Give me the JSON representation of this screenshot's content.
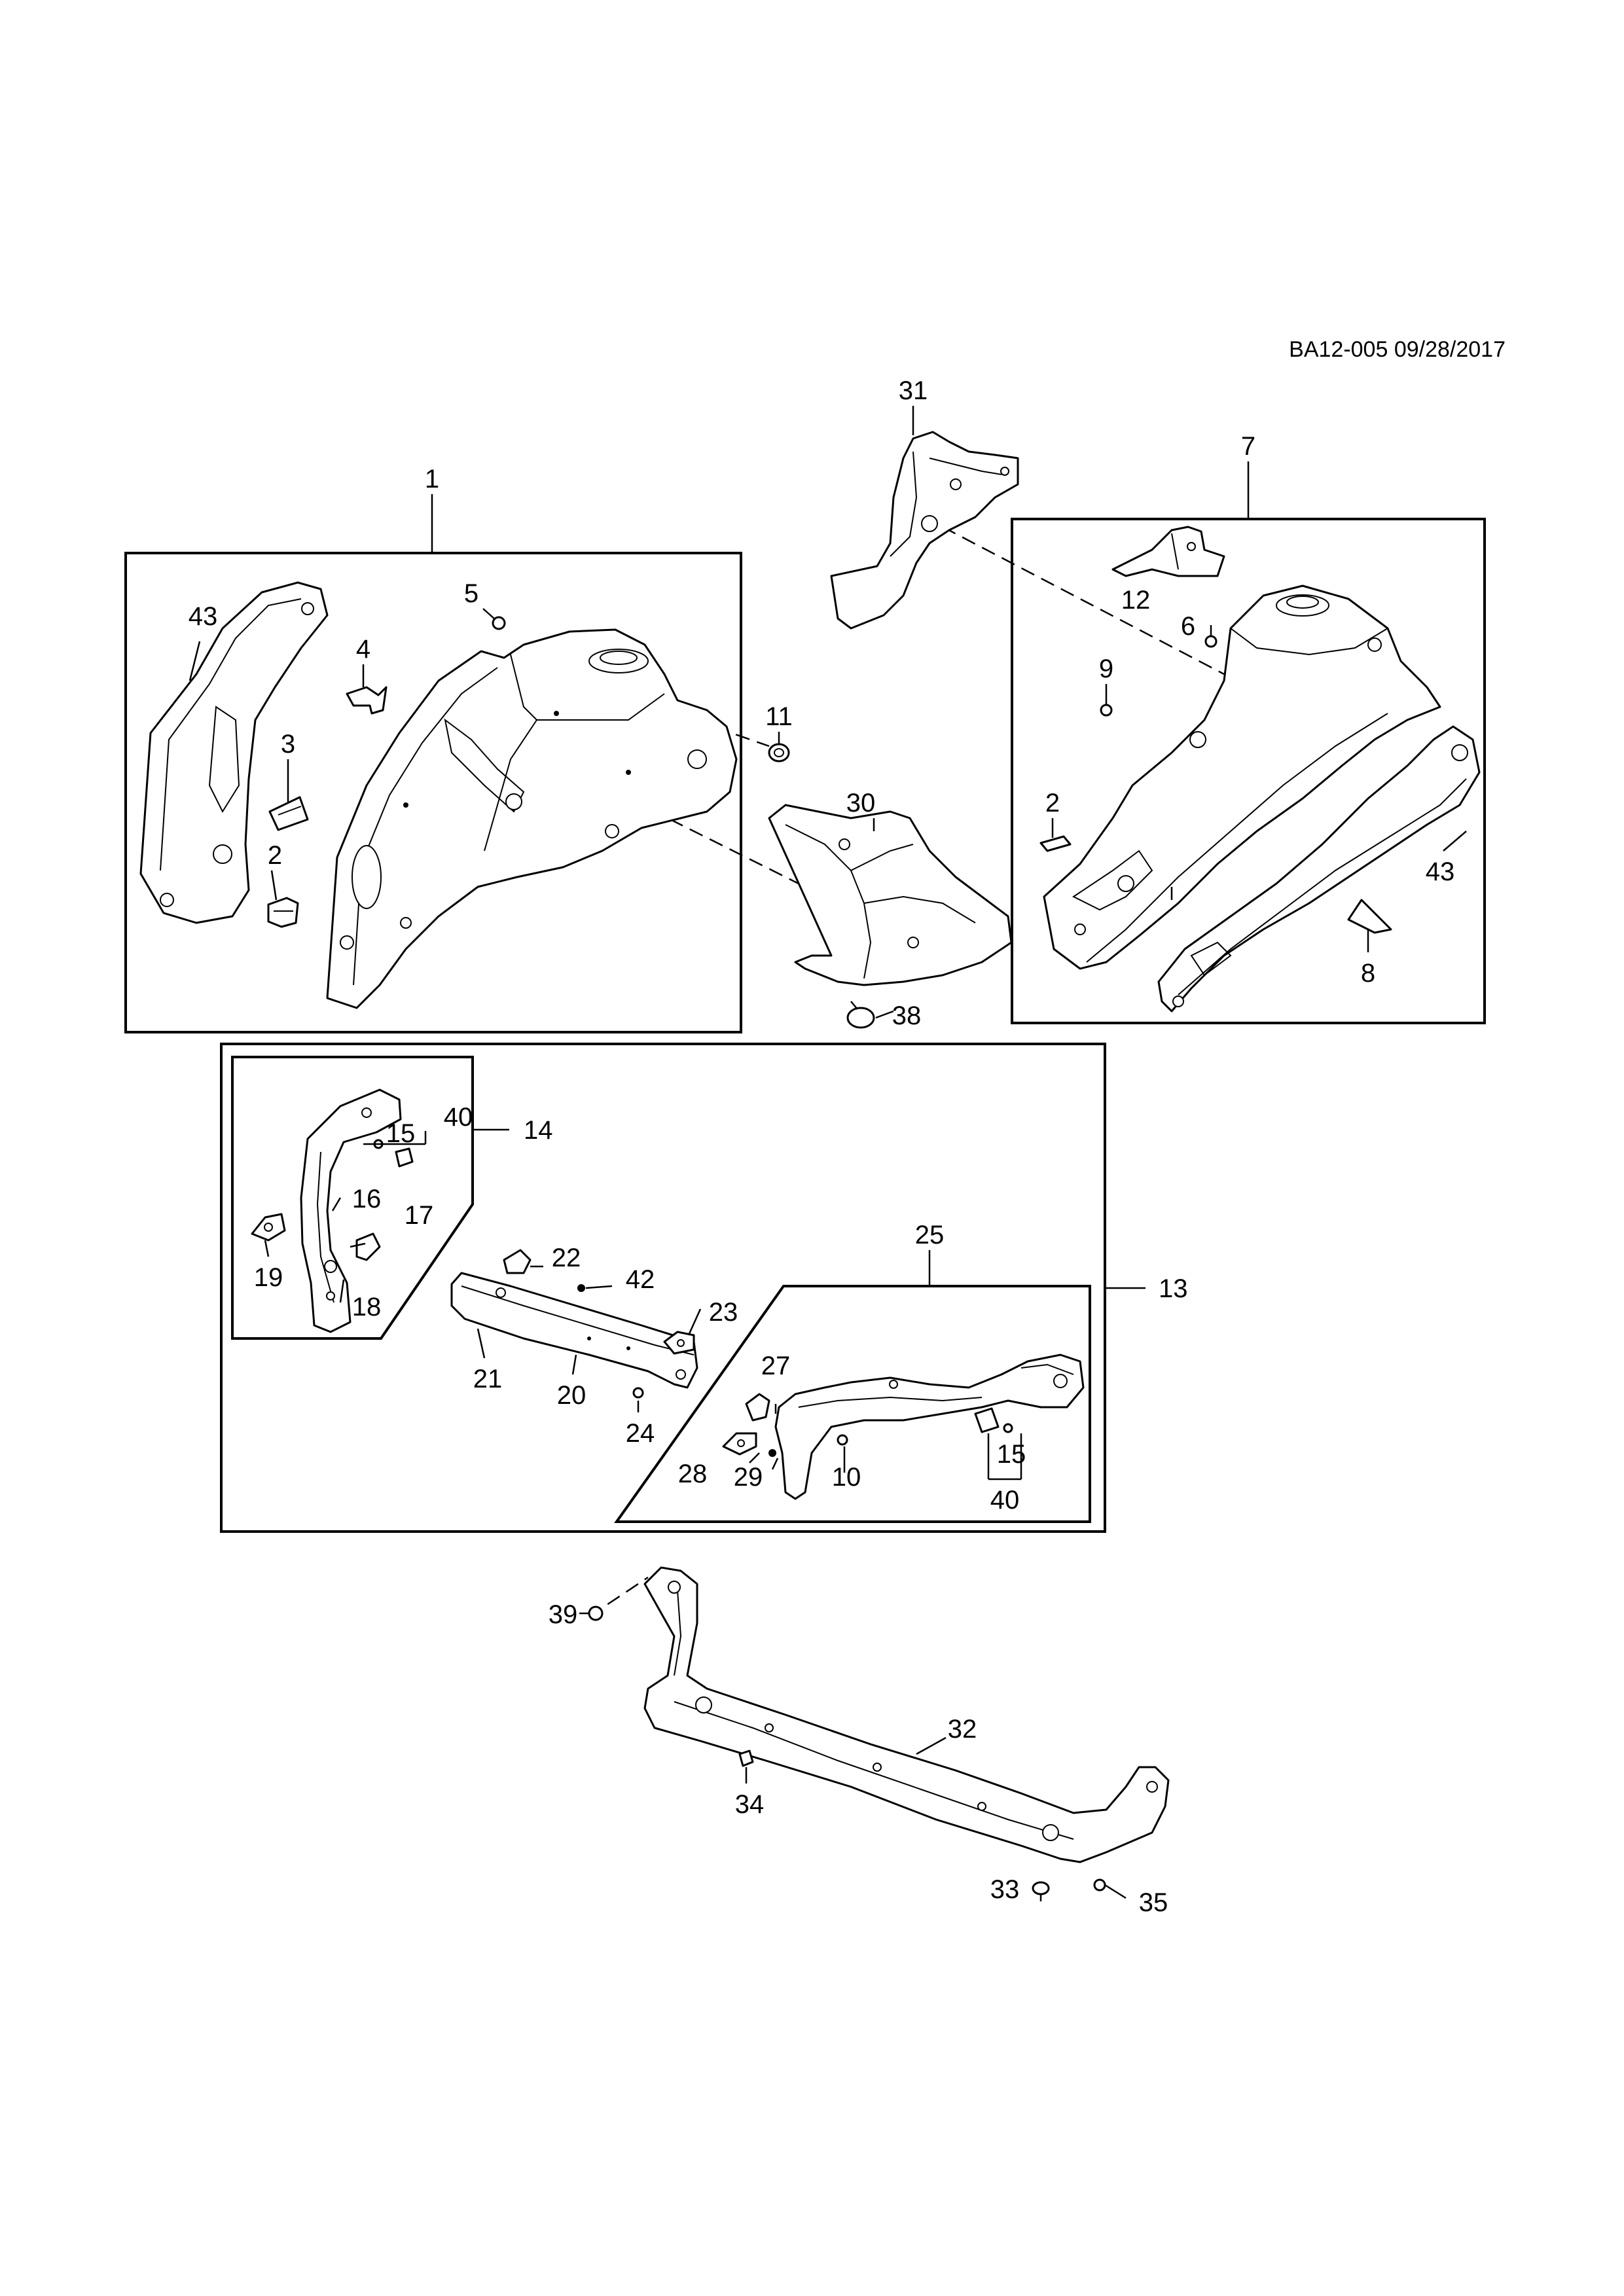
{
  "header": {
    "ref": "BA12-005 09/28/2017"
  },
  "callouts": {
    "c1": "1",
    "c2a": "2",
    "c2b": "2",
    "c3": "3",
    "c4": "4",
    "c5": "5",
    "c6": "6",
    "c7": "7",
    "c8": "8",
    "c9": "9",
    "c10": "10",
    "c11": "11",
    "c12": "12",
    "c13": "13",
    "c14": "14",
    "c15a": "15",
    "c15b": "15",
    "c16": "16",
    "c17": "17",
    "c18": "18",
    "c19": "19",
    "c20": "20",
    "c21": "21",
    "c22": "22",
    "c23": "23",
    "c24": "24",
    "c25": "25",
    "c27": "27",
    "c28": "28",
    "c29": "29",
    "c30": "30",
    "c31": "31",
    "c32": "32",
    "c33": "33",
    "c34": "34",
    "c35": "35",
    "c38": "38",
    "c39": "39",
    "c40a": "40",
    "c40b": "40",
    "c42": "42",
    "c43a": "43",
    "c43b": "43"
  }
}
